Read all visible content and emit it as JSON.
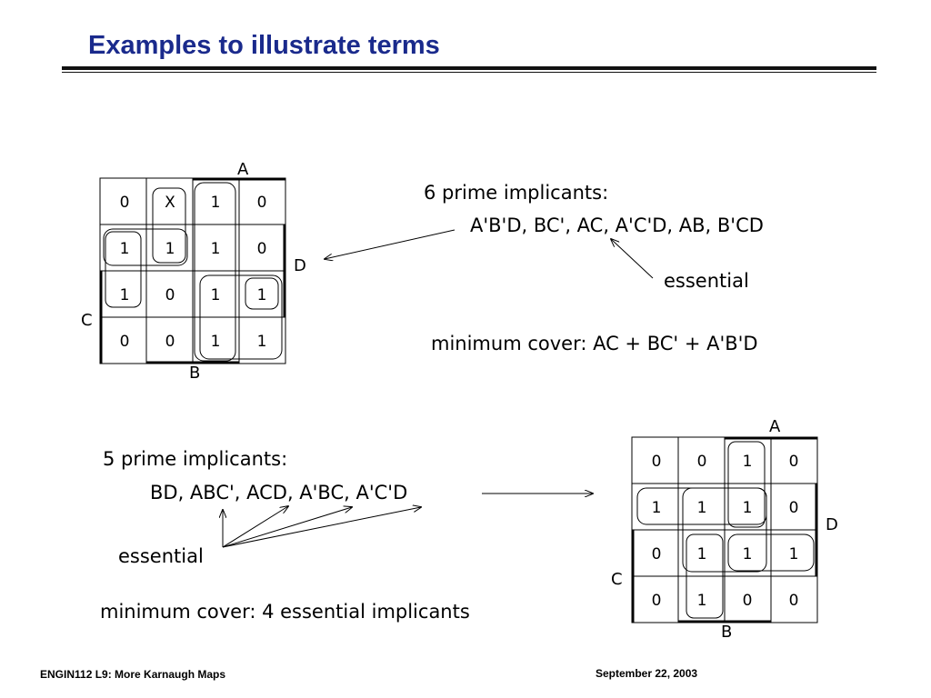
{
  "title": "Examples to illustrate terms",
  "example1": {
    "kmap": {
      "cells": [
        [
          "0",
          "X",
          "1",
          "0"
        ],
        [
          "1",
          "1",
          "1",
          "0"
        ],
        [
          "1",
          "0",
          "1",
          "1"
        ],
        [
          "0",
          "0",
          "1",
          "1"
        ]
      ],
      "labels": {
        "A": "A",
        "B": "B",
        "C": "C",
        "D": "D"
      }
    },
    "prime_heading": "6 prime implicants:",
    "prime_list": "A'B'D, BC', AC, A'C'D, AB, B'CD",
    "essential_label": "essential",
    "min_cover": "minimum cover: AC + BC' + A'B'D"
  },
  "example2": {
    "kmap": {
      "cells": [
        [
          "0",
          "0",
          "1",
          "0"
        ],
        [
          "1",
          "1",
          "1",
          "0"
        ],
        [
          "0",
          "1",
          "1",
          "1"
        ],
        [
          "0",
          "1",
          "0",
          "0"
        ]
      ],
      "labels": {
        "A": "A",
        "B": "B",
        "C": "C",
        "D": "D"
      }
    },
    "prime_heading": "5 prime implicants:",
    "prime_list": "BD, ABC', ACD, A'BC, A'C'D",
    "essential_label": "essential",
    "min_cover": "minimum cover: 4 essential implicants"
  },
  "footer": {
    "left": "ENGIN112  L9: More Karnaugh Maps",
    "right": "September 22, 2003"
  }
}
